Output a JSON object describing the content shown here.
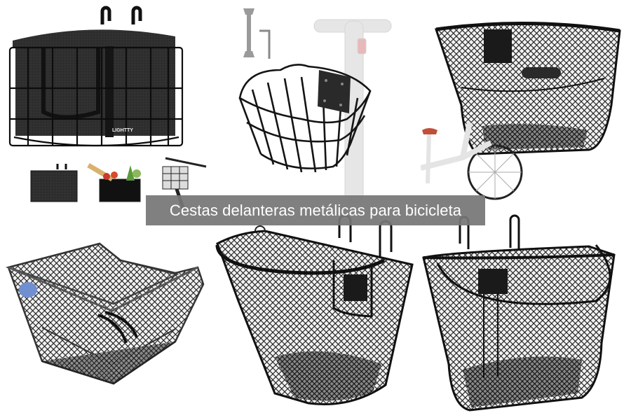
{
  "caption": {
    "text": "Cestas delanteras metálicas para bicicleta",
    "background": "#767676",
    "color": "#ffffff"
  },
  "products": [
    {
      "id": "insulated-bag-basket",
      "description": "Black wire basket with insulated bag and handlebar hooks",
      "brand_label": "LIGHTTY",
      "thumbnails": [
        "basket-with-bag",
        "basket-with-groceries",
        "basket-on-bike"
      ]
    },
    {
      "id": "scooter-wire-basket",
      "description": "Black wire basket with mounting plate, wrench and hex key, shown on scooter"
    },
    {
      "id": "mesh-front-basket-bike",
      "description": "Black mesh front basket with handle slot, shown on white bicycle"
    },
    {
      "id": "rear-mesh-basket",
      "description": "Black mesh rear rack basket with blue label"
    },
    {
      "id": "hook-mesh-basket",
      "description": "Black mesh front basket with hooks and handle"
    },
    {
      "id": "hook-mesh-basket-handle",
      "description": "Black mesh front basket with hooks and swing handle"
    }
  ],
  "colors": {
    "basket": "#1c1c1c",
    "bag": "#2e2e2e",
    "label_blue": "#6f8fd0",
    "seat_red": "#c0503a"
  }
}
